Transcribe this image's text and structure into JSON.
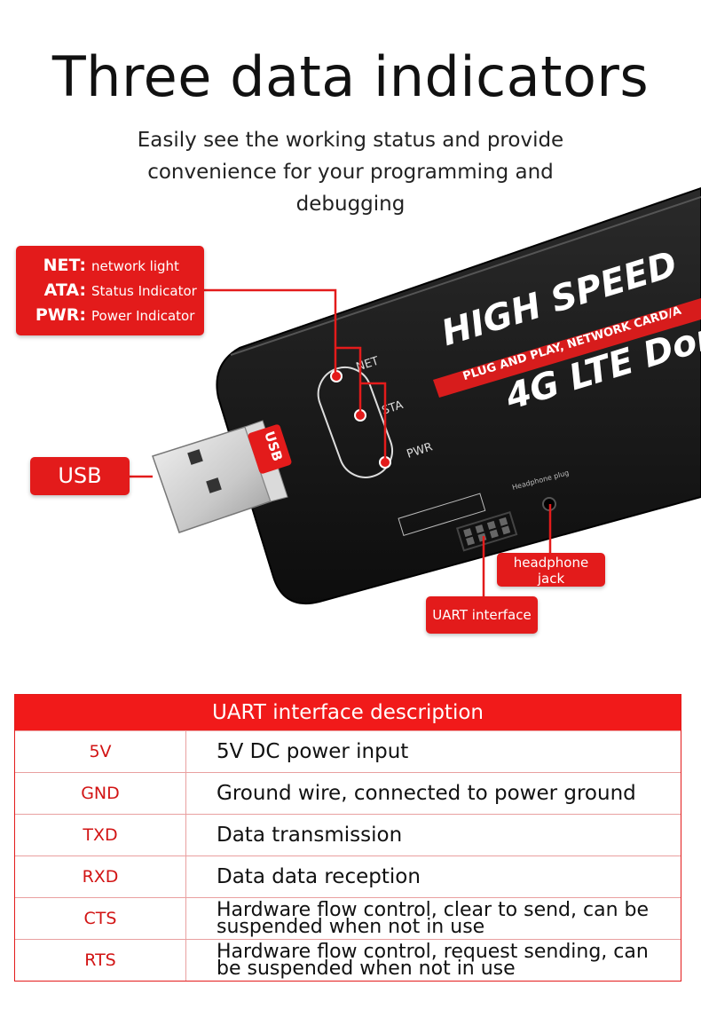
{
  "title": "Three data indicators",
  "subtitle": "Easily see the working status and provide convenience for your programming and debugging",
  "legend": [
    {
      "key": "NET",
      "sep": ":",
      "label": "network light"
    },
    {
      "key": "ATA",
      "sep": ":",
      "label": "Status Indicator"
    },
    {
      "key": "PWR",
      "sep": ":",
      "label": "Power Indicator"
    }
  ],
  "device": {
    "brand_line": "HIGH SPEED",
    "banner": "PLUG AND PLAY, NETWORK CARD/A",
    "model": "4G LTE Don",
    "led_net": "NET",
    "led_sta": "STA",
    "led_pwr": "PWR",
    "usb_tab": "USB",
    "jack_label": "Headphone plug"
  },
  "callouts": {
    "usb": "USB",
    "headphone_line1": "headphone",
    "headphone_line2": "jack",
    "uart": "UART interface"
  },
  "table": {
    "header": "UART interface description",
    "rows": [
      {
        "pin": "5V",
        "desc": "5V DC power input"
      },
      {
        "pin": "GND",
        "desc": "Ground wire, connected to power ground"
      },
      {
        "pin": "TXD",
        "desc": "Data transmission"
      },
      {
        "pin": "RXD",
        "desc": "Data data reception"
      },
      {
        "pin": "CTS",
        "desc": "Hardware flow control, clear to send, can be suspended when not in use"
      },
      {
        "pin": "RTS",
        "desc": "Hardware flow control, request sending, can be suspended when not in use"
      }
    ]
  },
  "colors": {
    "accent": "#e31b1b",
    "device_body": "#1c1c1c"
  }
}
